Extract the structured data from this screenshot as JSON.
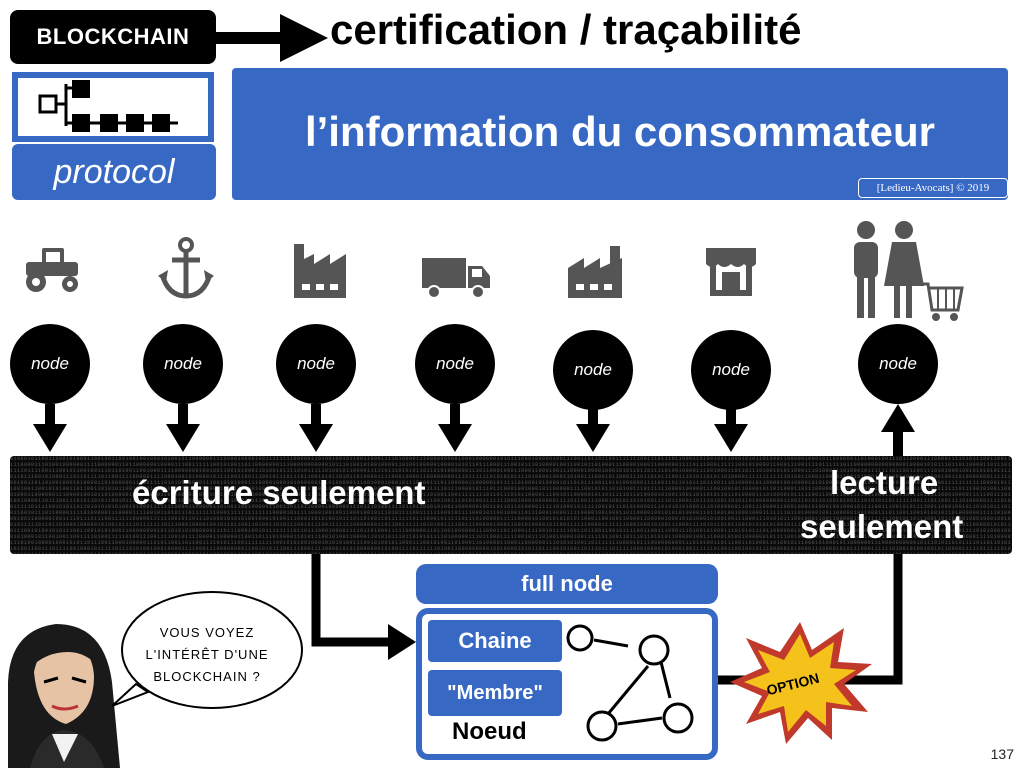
{
  "header": {
    "badge": "BLOCKCHAIN",
    "headline": "certification / traçabilité",
    "protocol": "protocol",
    "banner_title": "l’information du consommateur",
    "copyright": "[Ledieu-Avocats] © 2019"
  },
  "actors": [
    {
      "icon": "tractor-icon",
      "node": "node",
      "direction": "write"
    },
    {
      "icon": "anchor-icon",
      "node": "node",
      "direction": "write"
    },
    {
      "icon": "factory-icon",
      "node": "node",
      "direction": "write"
    },
    {
      "icon": "truck-icon",
      "node": "node",
      "direction": "write"
    },
    {
      "icon": "factory-icon",
      "node": "node",
      "direction": "write"
    },
    {
      "icon": "store-icon",
      "node": "node",
      "direction": "write"
    },
    {
      "icon": "shoppers-cart-icon",
      "node": "node",
      "direction": "read"
    }
  ],
  "band": {
    "write_label": "écriture seulement",
    "read_label_1": "lecture",
    "read_label_2": "seulement"
  },
  "full_node": {
    "title": "full node",
    "items": [
      "Chaine",
      "\"Membre\"",
      "Noeud"
    ]
  },
  "option_label": "OPTION",
  "speech": {
    "line1": "VOUS VOYEZ",
    "line2": "L'INTÉRÊT D'UNE",
    "line3": "BLOCKCHAIN ?"
  },
  "page_number": "137",
  "colors": {
    "brand_blue": "#3668c4",
    "black": "#000000",
    "icon_gray": "#555555",
    "explosion_yellow": "#f5c21b",
    "explosion_red": "#c0392b"
  }
}
